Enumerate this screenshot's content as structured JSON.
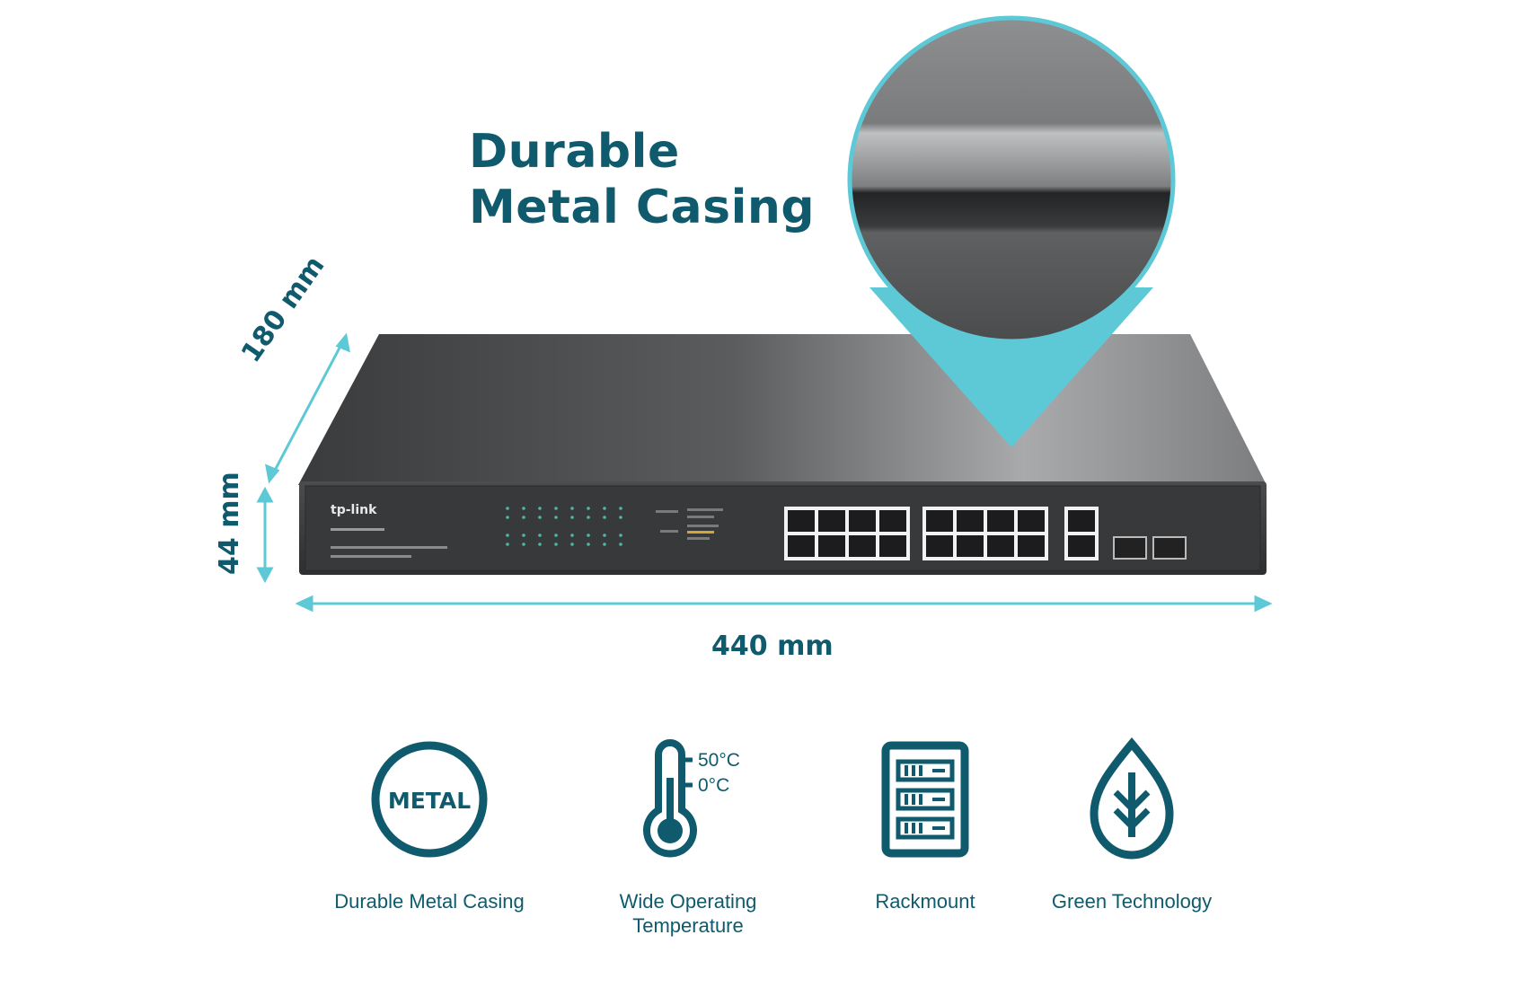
{
  "headline": {
    "line1": "Durable",
    "line2": "Metal Casing"
  },
  "dimensions": {
    "depth": "180 mm",
    "height": "44 mm",
    "width": "440 mm"
  },
  "device": {
    "brand": "tp-link"
  },
  "features": [
    {
      "icon": "metal-badge-icon",
      "badge_text": "METAL",
      "label": "Durable Metal Casing"
    },
    {
      "icon": "thermometer-icon",
      "temp_high": "50°C",
      "temp_low": "0°C",
      "label_line1": "Wide Operating",
      "label_line2": "Temperature"
    },
    {
      "icon": "rackmount-icon",
      "label": "Rackmount"
    },
    {
      "icon": "leaf-icon",
      "label": "Green Technology"
    }
  ],
  "colors": {
    "accent": "#0f5a6c",
    "cyan": "#5ec9d6",
    "chassis": "#3a3b3d"
  }
}
